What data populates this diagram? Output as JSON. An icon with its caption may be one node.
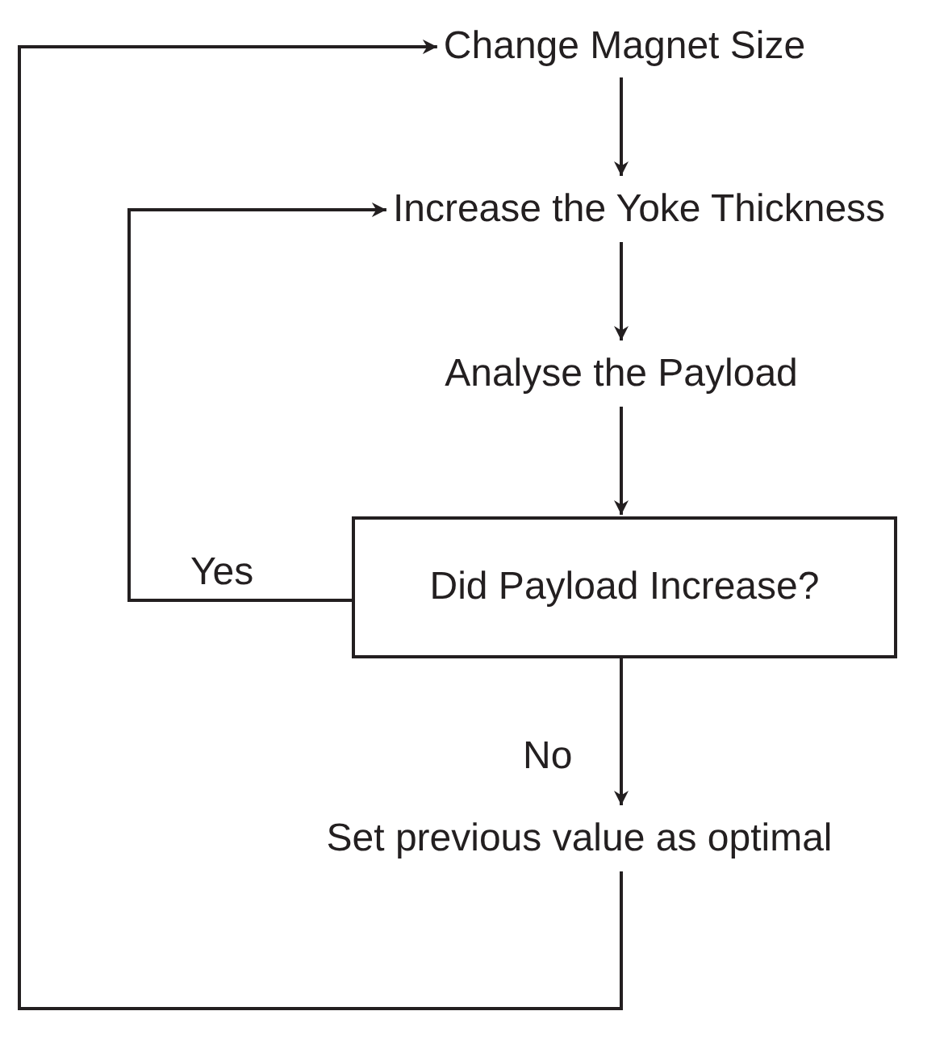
{
  "diagram": {
    "nodes": [
      {
        "text": [
          "Change Magnet Size"
        ]
      },
      {
        "text": [
          "Increase the Yoke Thickness"
        ]
      },
      {
        "text": [
          "Analyse the Payload"
        ]
      },
      {
        "text": [
          "Did Payload Increase?"
        ]
      },
      {
        "text": [
          "Set previous value as optimal"
        ]
      }
    ],
    "edges": [
      {
        "from": 0,
        "to": 1,
        "arrow": "to"
      },
      {
        "from": 1,
        "to": 2,
        "arrow": "to"
      },
      {
        "from": 2,
        "to": 3,
        "arrow": "to"
      },
      {
        "from": 3,
        "to": 4,
        "arrow": "to",
        "label": "No"
      },
      {
        "from": 3,
        "to": 1,
        "arrow": "to",
        "label": "Yes"
      },
      {
        "from": 4,
        "to": 0,
        "arrow": "to"
      }
    ]
  }
}
